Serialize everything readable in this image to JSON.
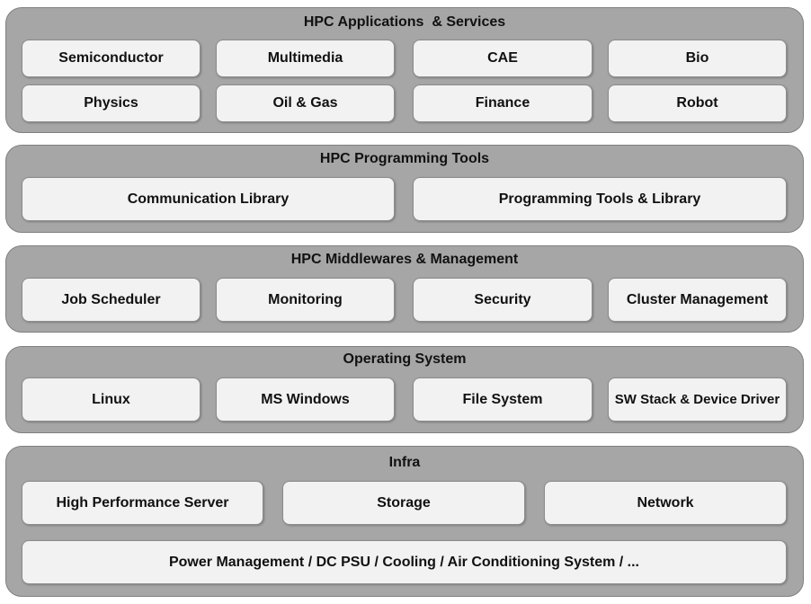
{
  "layers": [
    {
      "title": "HPC Applications  & Services",
      "items": [
        "Semiconductor",
        "Multimedia",
        "CAE",
        "Bio",
        "Physics",
        "Oil & Gas",
        "Finance",
        "Robot"
      ]
    },
    {
      "title": "HPC Programming Tools",
      "items": [
        "Communication Library",
        "Programming Tools & Library"
      ]
    },
    {
      "title": "HPC Middlewares & Management",
      "items": [
        "Job Scheduler",
        "Monitoring",
        "Security",
        "Cluster Management"
      ]
    },
    {
      "title": "Operating System",
      "items": [
        "Linux",
        "MS Windows",
        "File System",
        "SW Stack & Device Driver"
      ]
    },
    {
      "title": "Infra",
      "items": [
        "High Performance Server",
        "Storage",
        "Network",
        "Power Management / DC PSU / Cooling / Air Conditioning System / ..."
      ]
    }
  ]
}
